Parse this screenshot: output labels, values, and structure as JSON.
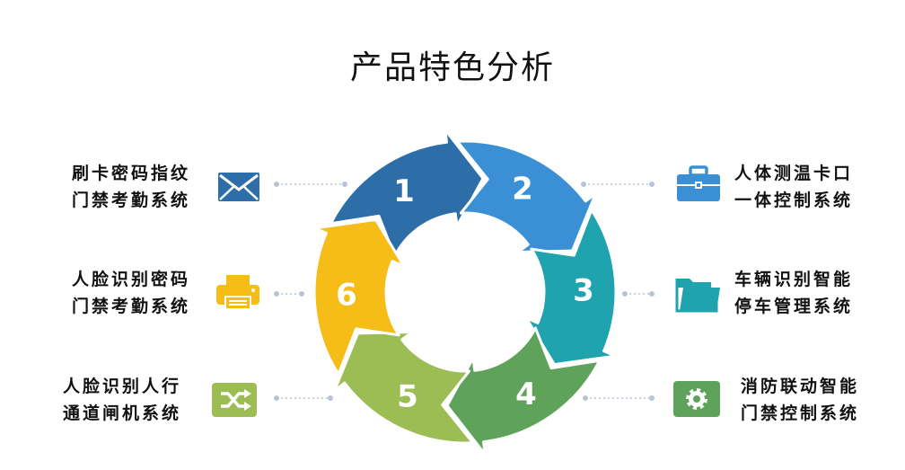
{
  "title": "产品特色分析",
  "cycle": {
    "segments": [
      {
        "number": "1",
        "color": "#2D6EA8"
      },
      {
        "number": "2",
        "color": "#3B8FD4"
      },
      {
        "number": "3",
        "color": "#1FA3AE"
      },
      {
        "number": "4",
        "color": "#5FA35A"
      },
      {
        "number": "5",
        "color": "#9BBD54"
      },
      {
        "number": "6",
        "color": "#F6BC18"
      }
    ]
  },
  "features": {
    "left": [
      {
        "line1": "刷卡密码指纹",
        "line2": "门禁考勤系统",
        "icon": "envelope-icon",
        "color": "#2D6EA8"
      },
      {
        "line1": "人脸识别密码",
        "line2": "门禁考勤系统",
        "icon": "printer-icon",
        "color": "#F6BC18"
      },
      {
        "line1": "人脸识别人行",
        "line2": "通道闸机系统",
        "icon": "shuffle-icon",
        "color": "#9BBD54"
      }
    ],
    "right": [
      {
        "line1": "人体测温卡口",
        "line2": "一体控制系统",
        "icon": "briefcase-icon",
        "color": "#3B8FD4"
      },
      {
        "line1": "车辆识别智能",
        "line2": "停车管理系统",
        "icon": "folder-icon",
        "color": "#1FA3AE"
      },
      {
        "line1": "消防联动智能",
        "line2": "门禁控制系统",
        "icon": "gear-icon",
        "color": "#5FA35A"
      }
    ]
  },
  "connector_color": "#B8C4D6"
}
